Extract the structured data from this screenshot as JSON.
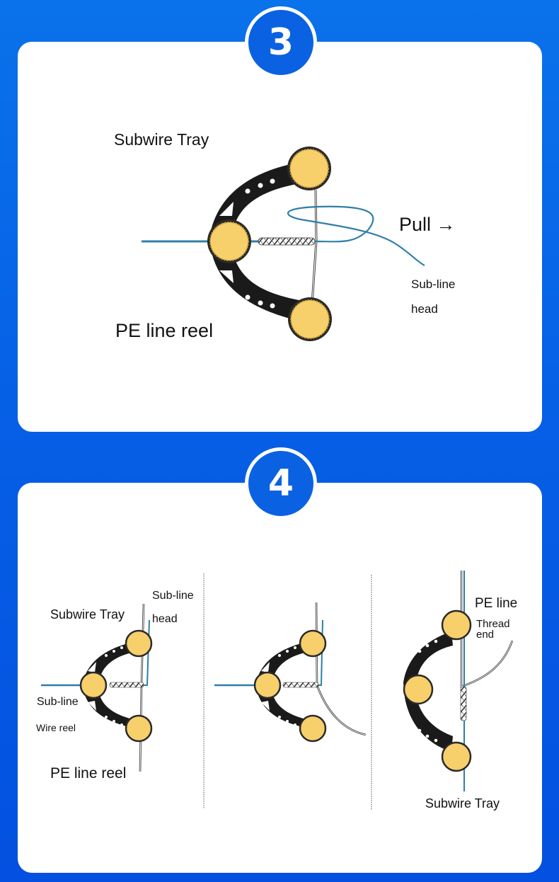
{
  "steps": [
    {
      "number": "3",
      "labels": {
        "subwire_tray": "Subwire Tray",
        "pe_line_reel": "PE line reel",
        "pull": "Pull →",
        "sub_line": "Sub-line",
        "head": "head"
      }
    },
    {
      "number": "4",
      "panels": [
        {
          "labels": {
            "sub_line_head_1": "Sub-line",
            "sub_line_head_2": "head",
            "subwire_tray": "Subwire Tray",
            "sub_line": "Sub-line",
            "wire_reel": "Wire reel",
            "pe_line_reel": "PE line reel"
          }
        },
        {
          "labels": {}
        },
        {
          "labels": {
            "pe_line": "PE line",
            "thread": "Thread",
            "end": "end",
            "subwire_tray": "Subwire Tray"
          }
        }
      ]
    }
  ],
  "colors": {
    "background_top": "#0a72ea",
    "background_bottom": "#0450e0",
    "badge": "#0a62e2",
    "reel_fill": "#f7cf6b",
    "tray_body": "#1a1a1a",
    "sub_line": "#2f7fa8"
  }
}
